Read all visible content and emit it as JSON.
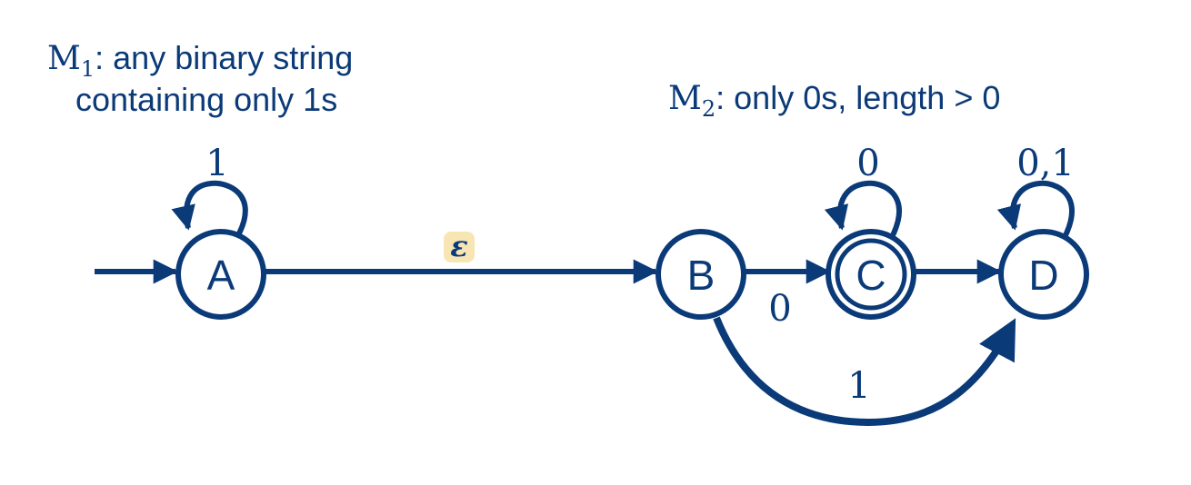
{
  "colors": {
    "primary": "#0b3a78",
    "highlight": "#f5dea0",
    "epsilon": "#0b3a78"
  },
  "captions": {
    "m1": {
      "symbol": "M",
      "sub": "1",
      "line1_rest": ": any binary string",
      "line2": "containing only 1s"
    },
    "m2": {
      "symbol": "M",
      "sub": "2",
      "rest": ": only 0s, length > 0"
    }
  },
  "states": {
    "A": {
      "label": "A",
      "accepting": false,
      "start": true
    },
    "B": {
      "label": "B",
      "accepting": false,
      "start": false
    },
    "C": {
      "label": "C",
      "accepting": true,
      "start": false
    },
    "D": {
      "label": "D",
      "accepting": false,
      "start": false
    }
  },
  "transitions": {
    "a_self": "1",
    "a_to_b": "ε",
    "b_to_c": "0",
    "c_self": "0",
    "d_self": "0,1",
    "b_to_d": "1",
    "c_to_d": ""
  }
}
